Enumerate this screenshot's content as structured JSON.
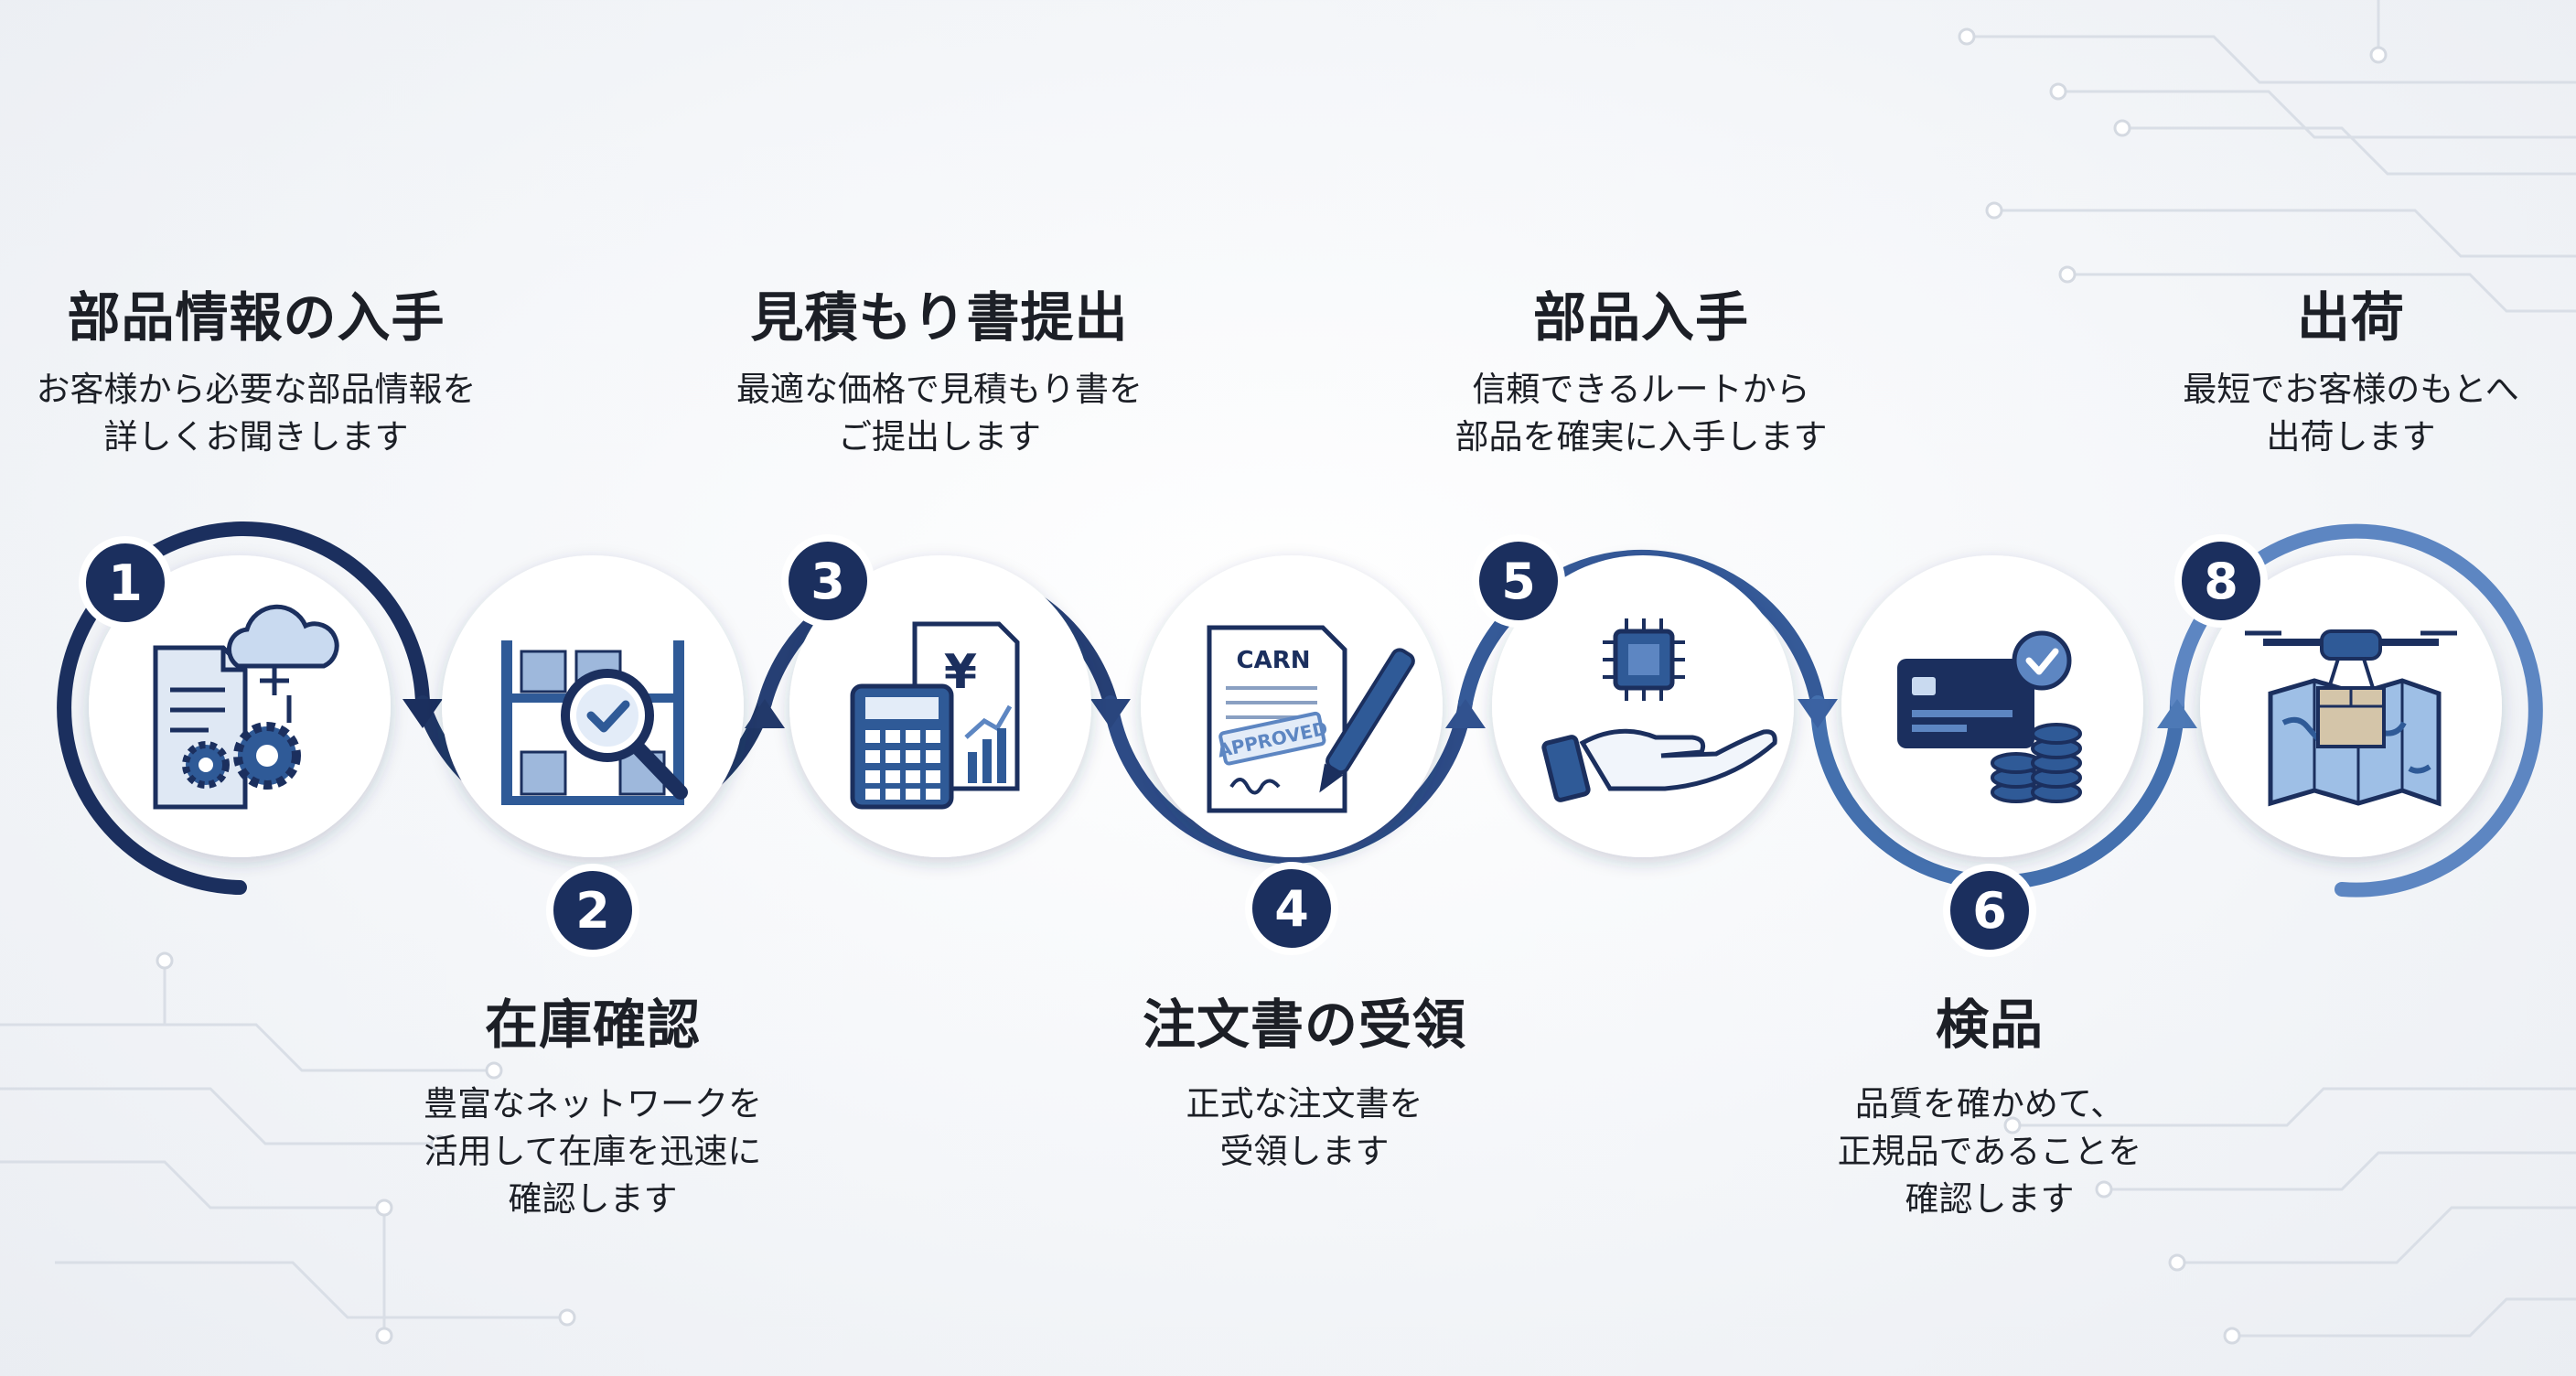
{
  "steps": [
    {
      "num": "1",
      "title": "部品情報の入手",
      "desc1": "お客様から必要な部品情報を",
      "desc2": "詳しくお聞きします",
      "icon": "document-cloud-gear-icon"
    },
    {
      "num": "2",
      "title": "在庫確認",
      "desc1": "豊富なネットワークを",
      "desc2": "活用して在庫を迅速に",
      "desc3": "確認します",
      "icon": "warehouse-magnifier-icon"
    },
    {
      "num": "3",
      "title": "見積もり書提出",
      "desc1": "最適な価格で見積もり書を",
      "desc2": "ご提出します",
      "icon": "calculator-yen-chart-icon"
    },
    {
      "num": "4",
      "title": "注文書の受領",
      "desc1": "正式な注文書を",
      "desc2": "受領します",
      "icon": "approved-document-pen-icon"
    },
    {
      "num": "5",
      "title": "部品入手",
      "desc1": "信頼できるルートから",
      "desc2": "部品を確実に入手します",
      "icon": "hand-chip-icon"
    },
    {
      "num": "6",
      "title": "検品",
      "desc1": "品質を確かめて、",
      "desc2": "正規品であることを",
      "desc3": "確認します",
      "icon": "card-coins-check-icon"
    },
    {
      "num": "8",
      "title": "出荷",
      "desc1": "最短でお客様のもとへ",
      "desc2": "出荷します",
      "icon": "drone-map-package-icon"
    }
  ],
  "icons": {
    "doc_header": "CARN",
    "doc_stamp": "APPROVED",
    "currency": "¥"
  },
  "colors": {
    "navy": "#1b2f5e",
    "blue": "#2f5a97",
    "light_blue": "#5d86c2",
    "pale": "#aecbeb",
    "text": "#1c1f26"
  }
}
